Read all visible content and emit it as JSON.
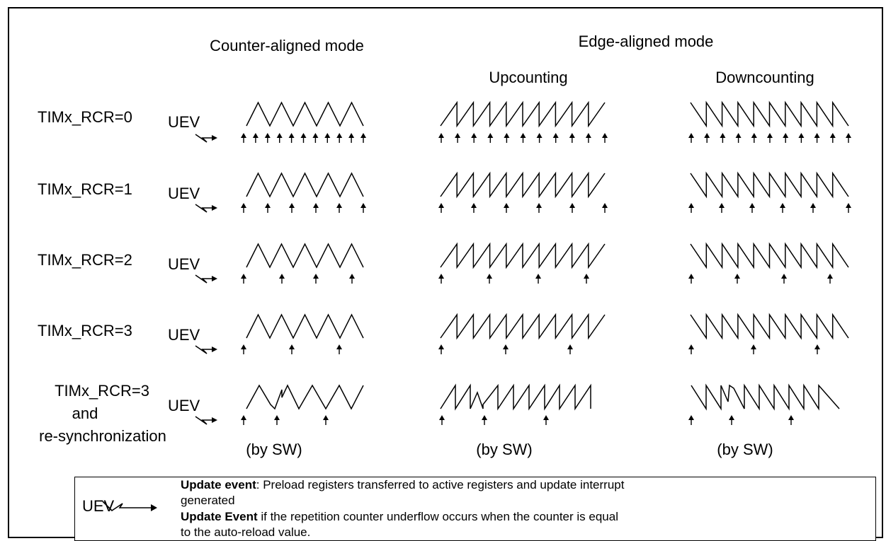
{
  "headers": {
    "counter_aligned": "Counter-aligned mode",
    "edge_aligned": "Edge-aligned mode",
    "upcounting": "Upcounting",
    "downcounting": "Downcounting"
  },
  "rows": [
    {
      "label_lines": [
        "TIMx_RCR=0"
      ],
      "uev": "UEV"
    },
    {
      "label_lines": [
        "TIMx_RCR=1"
      ],
      "uev": "UEV"
    },
    {
      "label_lines": [
        "TIMx_RCR=2"
      ],
      "uev": "UEV"
    },
    {
      "label_lines": [
        "TIMx_RCR=3"
      ],
      "uev": "UEV"
    },
    {
      "label_lines": [
        "TIMx_RCR=3",
        "and",
        "re-synchronization"
      ],
      "uev": "UEV"
    }
  ],
  "by_sw": "(by SW)",
  "legend": {
    "uev": "UEV",
    "line1_bold": "Update event",
    "line1_rest": ": Preload registers transferred to active registers and update interrupt",
    "line2": "generated",
    "line3_bold": "Update Event",
    "line3_rest": " if the repetition counter underflow occurs when the counter is equal",
    "line4": "to the auto-reload value."
  },
  "colors": {
    "line": "#000000",
    "background": "#ffffff"
  }
}
